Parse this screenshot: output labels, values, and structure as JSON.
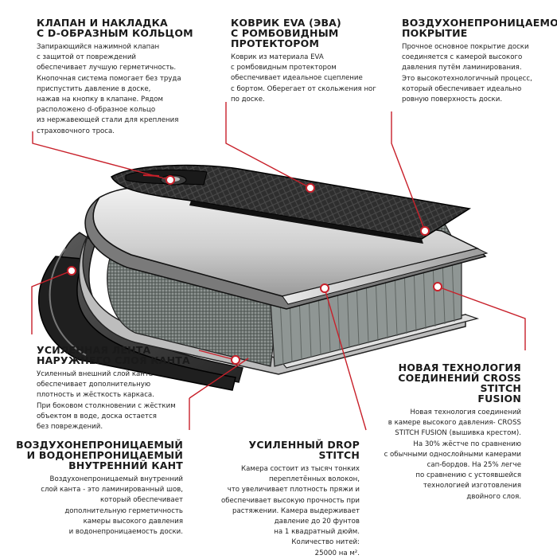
{
  "valve": {
    "title": "КЛАПАН И НАКЛАДКА\nС D-ОБРАЗНЫМ КОЛЬЦОМ",
    "body": "Запирающийся нажимной клапан\nс защитой от повреждений\nобеспечивает лучшую герметичность.\nКнопочная система помогает без труда\nприспустить давление в доске,\nнажав на кнопку в клапане. Рядом\nрасположено d-образное кольцо\nиз нержавеющей стали для крепления\nстраховочного троса."
  },
  "mat": {
    "title": "КОВРИК EVA (ЭВА)\nС РОМБОВИДНЫМ\nПРОТЕКТОРОМ",
    "body": "Коврик из материала EVA\nс ромбовидным протектором\nобеспечивает идеальное сцепление\nс бортом. Оберегает от скольжения ног\nпо доске."
  },
  "coating": {
    "title": "ВОЗДУХОНЕПРОНИЦАЕМОЕ\nПОКРЫТИЕ",
    "body": "Прочное основное покрытие доски\nсоединяется с камерой высокого\nдавления путём ламинирования.\nЭто высокотехнологичный процесс,\nкоторый обеспечивает идеально\nровную поверхность доски."
  },
  "tape": {
    "title": "УСИЛЕННАЯ ЛЕНТА\nНАРУЖНЕГО СЛОЯ КАНТА",
    "body": "Усиленный внешний слой канта\nобеспечивает дополнительную\nплотность и жёсткость каркаса.\nПри боковом столкновении с жёстким\nобъектом в воде, доска остается\nбез повреждений."
  },
  "cross_stitch": {
    "title": "НОВАЯ ТЕХНОЛОГИЯ\nСОЕДИНЕНИЙ CROSS STITCH\nFUSION",
    "body": "Новая технология соединений\nв камере высокого давления- CROSS\nSTITCH FUSION (вышивка крестом).\nНа 30% жёстче по сравнению\nс обычными однослойными камерами\nсап-бордов. На 25% легче\nпо сравнению с устоявшейся\nтехнологией изготовления\nдвойного слоя."
  },
  "inner_edge": {
    "title": "ВОЗДУХОНЕПРОНИЦАЕМЫЙ\nИ ВОДОНЕПРОНИЦАЕМЫЙ\nВНУТРЕННИЙ КАНТ",
    "body": "Воздухонепроницаемый внутренний\nслой канта - это ламинированный шов,\nкоторый обеспечивает\nдополнительную герметичность\nкамеры высокого давления\nи водонепроницаемость доски."
  },
  "drop_stitch": {
    "title": "УСИЛЕННЫЙ DROP STITCH",
    "body": "Камера состоит из тысяч тонких\nпереплетённых волокон,\nчто увеличивает плотность пряжи и\nобеспечивает высокую прочность при\nрастяжении. Камера выдерживает\nдавление до 20 фунтов\nна 1 квадратный дюйм.\nКоличество нитей:\n25000 на м²."
  },
  "colors": {
    "accent": "#c8202a",
    "mat": "#2b2b2b",
    "shell": "#d9d9d9",
    "tape": "#3a3a3a"
  }
}
